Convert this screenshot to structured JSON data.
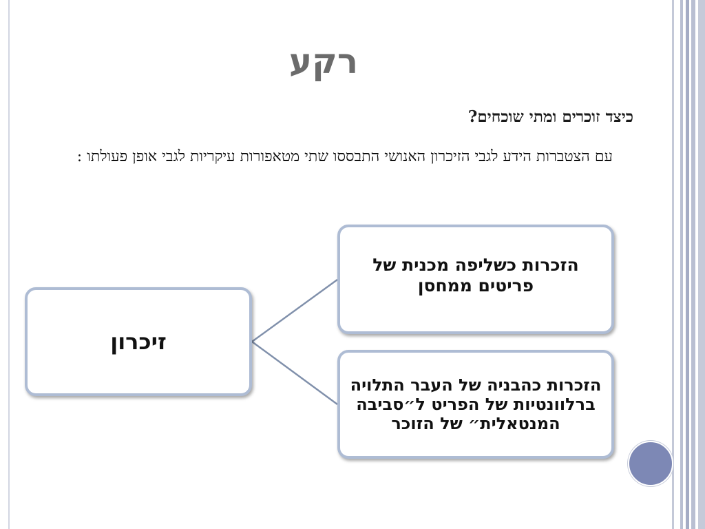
{
  "slide": {
    "title": "רקע",
    "question": "כיצד זוכרים ומתי שוכחים?",
    "paragraph": "עם הצטברות הידע לגבי הזיכרון האנושי התבססו שתי מטאפורות עיקריות לגבי אופן פעולתו :"
  },
  "diagram": {
    "root": "זיכרון",
    "branches": [
      {
        "label": "הזכרות כשליפה מכנית של פריטים ממחסן"
      },
      {
        "label": "הזכרות כהבניה של העבר התלויה ברלוונטיות של הפריט ל״סביבה המנטאלית״ של הזוכר"
      }
    ]
  },
  "colors": {
    "box_border": "#aebcd4",
    "connector": "#8090ab",
    "title": "#6b6b6b",
    "accent_circle": "#7d88b5",
    "stripe": "#b9bfd2"
  }
}
